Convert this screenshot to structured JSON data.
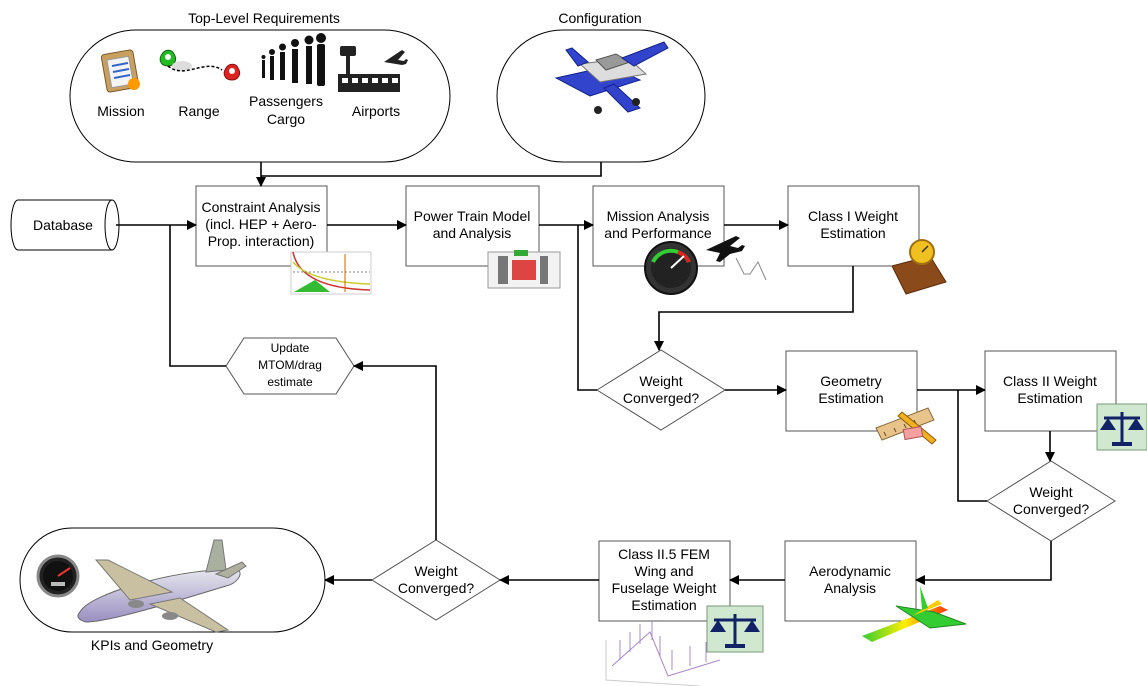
{
  "groups": {
    "requirements_title": "Top-Level Requirements",
    "configuration_title": "Configuration",
    "kpi_label": "KPIs and Geometry"
  },
  "requirements": {
    "mission": "Mission",
    "range": "Range",
    "passengers": "Passengers",
    "cargo": "Cargo",
    "airports": "Airports"
  },
  "nodes": {
    "database": "Database",
    "constraint": [
      "Constraint Analysis",
      "(incl. HEP + Aero-",
      "Prop. interaction)"
    ],
    "power_train": [
      "Power Train Model",
      "and Analysis"
    ],
    "mission_analysis": [
      "Mission Analysis",
      "and Performance"
    ],
    "class1": [
      "Class I Weight",
      "Estimation"
    ],
    "update": [
      "Update",
      "MTOM/drag",
      "estimate"
    ],
    "geometry": [
      "Geometry",
      "Estimation"
    ],
    "class2": [
      "Class II Weight",
      "Estimation"
    ],
    "aero": [
      "Aerodynamic",
      "Analysis"
    ],
    "class25": [
      "Class II.5 FEM",
      "Wing and",
      "Fuselage Weight",
      "Estimation"
    ]
  },
  "decisions": {
    "converged_1": [
      "Weight",
      "Converged?"
    ],
    "converged_2": [
      "Weight",
      "Converged?"
    ],
    "converged_3": [
      "Weight",
      "Converged?"
    ]
  },
  "icons": [
    "clipboard-icon",
    "map-pin-icon",
    "passengers-icon",
    "airport-tower-icon",
    "toy-airplane-icon",
    "constraint-chart-icon",
    "engine-cutaway-icon",
    "gauge-icon",
    "airplane-icon",
    "scale-icon",
    "ruler-pencil-icon",
    "balance-icon",
    "aero-pressure-airplane-icon",
    "fem-wireframe-icon",
    "speedometer-icon",
    "airliner-icon"
  ]
}
